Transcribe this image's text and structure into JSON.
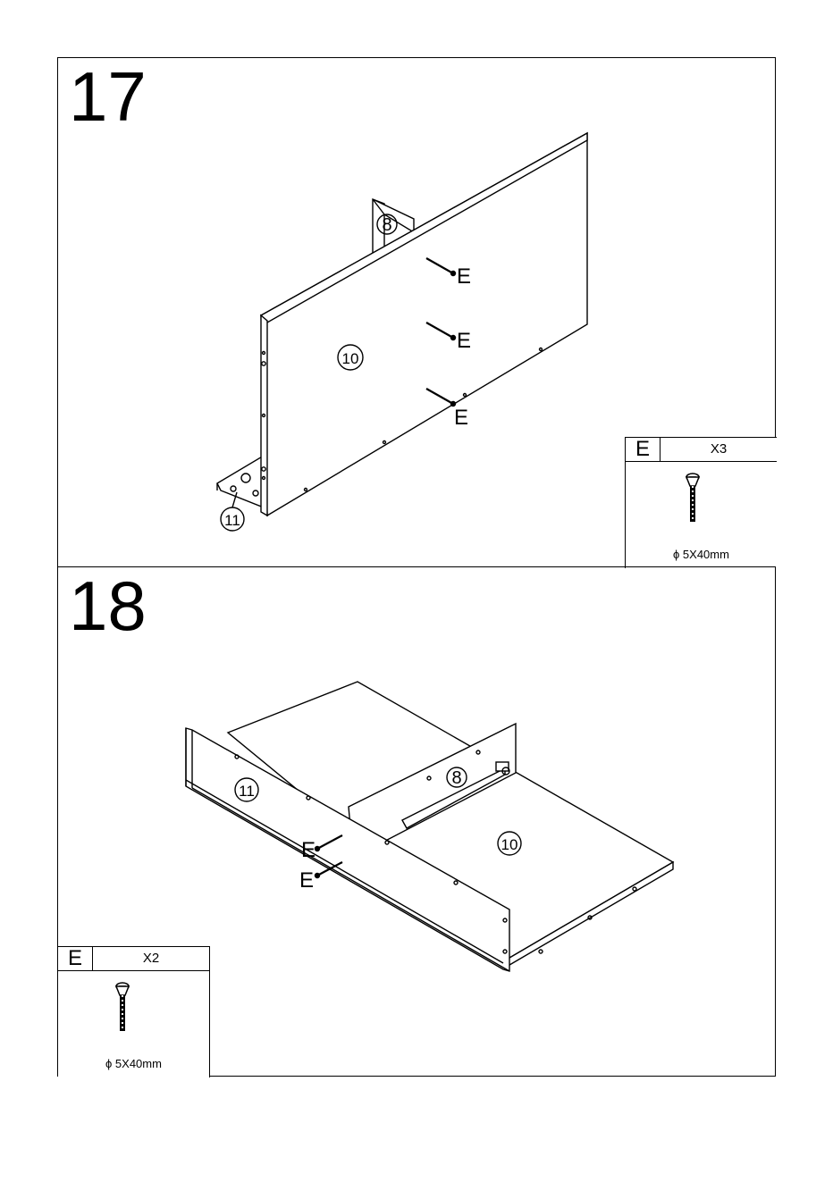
{
  "step17": {
    "number": "17",
    "parts": {
      "p8": "8",
      "p10": "10",
      "p11": "11"
    },
    "screw_labels": [
      "E",
      "E",
      "E"
    ],
    "legend": {
      "letter": "E",
      "quantity": "X3",
      "dimension": "ϕ 5X40mm"
    }
  },
  "step18": {
    "number": "18",
    "parts": {
      "p8": "8",
      "p10": "10",
      "p11": "11"
    },
    "screw_labels": [
      "E",
      "E"
    ],
    "legend": {
      "letter": "E",
      "quantity": "X2",
      "dimension": "ϕ 5X40mm"
    }
  }
}
